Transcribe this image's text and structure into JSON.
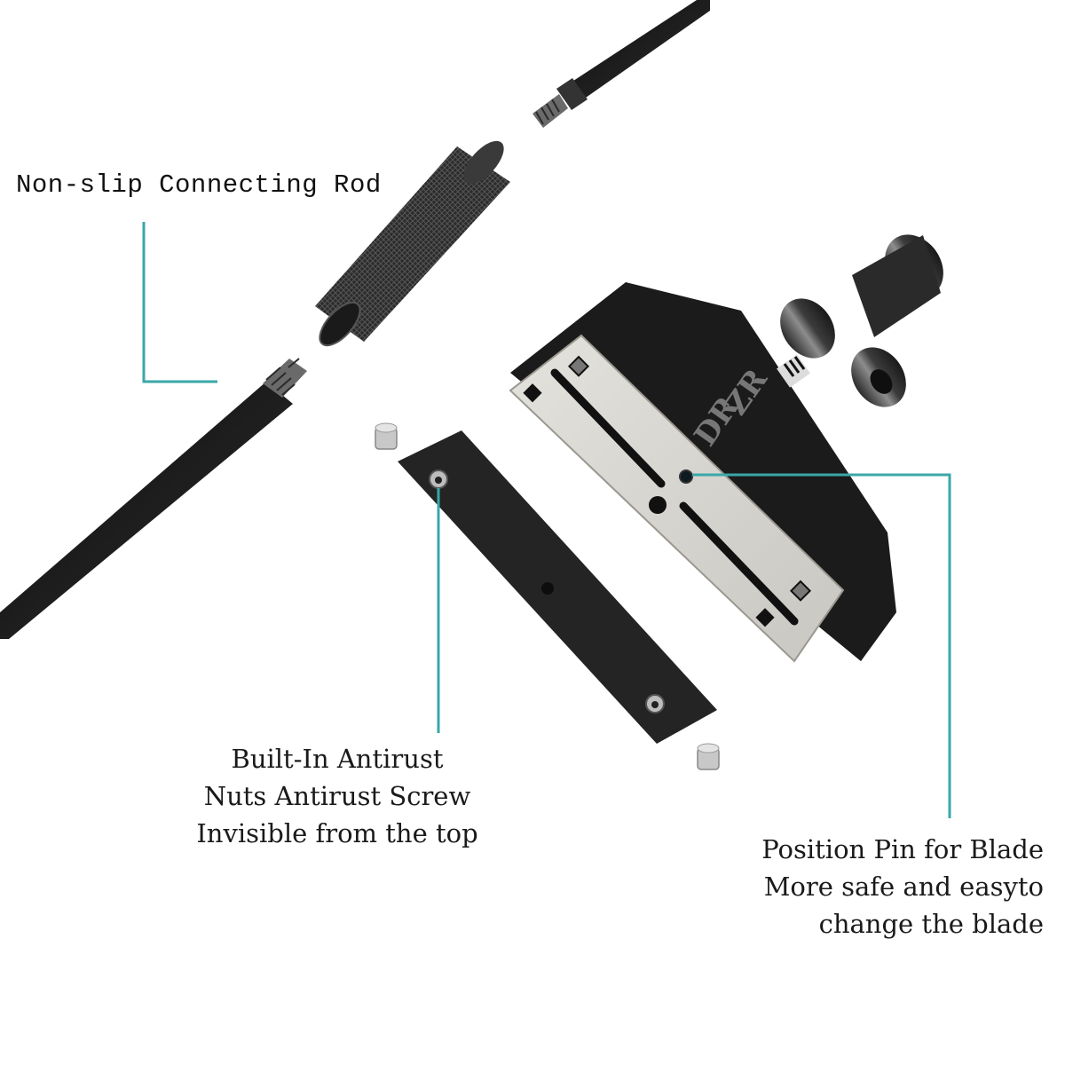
{
  "image": {
    "description": "Exploded product view of a razor/scraper handle: connecting rod sections, knurled coupler, blade head with stainless plate, back cover plate and two screws",
    "background": "#ffffff",
    "callout_line_color": "#3aa7a8"
  },
  "labels": {
    "connecting_rod": "Non-slip Connecting Rod",
    "antirust": {
      "line1": "Built-In Antirust",
      "line2": "Nuts Antirust Screw",
      "line3": "Invisible from the top"
    },
    "position_pin": {
      "line1": "Position Pin for Blade",
      "line2": "More safe and easyto",
      "line3": "change the blade"
    }
  },
  "product": {
    "logo_text_top": "ZR",
    "logo_text_bottom": "DR",
    "parts": [
      "upper-rod",
      "knurled-coupler",
      "lower-rod",
      "blade-head",
      "back-plate",
      "screw-left",
      "screw-right"
    ]
  }
}
